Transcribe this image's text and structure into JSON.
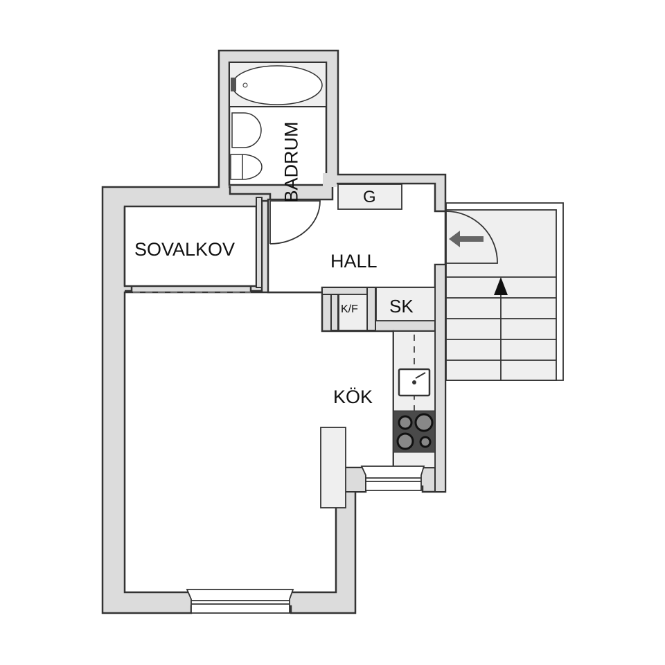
{
  "floorplan": {
    "rooms": [
      {
        "id": "badrum",
        "label": "BADRUM"
      },
      {
        "id": "sovalkov",
        "label": "SOVALKOV"
      },
      {
        "id": "hall",
        "label": "HALL"
      },
      {
        "id": "kok",
        "label": "KÖK"
      }
    ],
    "fixtures": [
      {
        "id": "g",
        "label": "G"
      },
      {
        "id": "kf",
        "label": "K/F"
      },
      {
        "id": "sk",
        "label": "SK"
      }
    ],
    "colors": {
      "wall": "#dcdcdc",
      "stroke": "#333333",
      "fixture": "#efefef",
      "stove": "#4a4a4a",
      "arrow": "#666666"
    }
  }
}
